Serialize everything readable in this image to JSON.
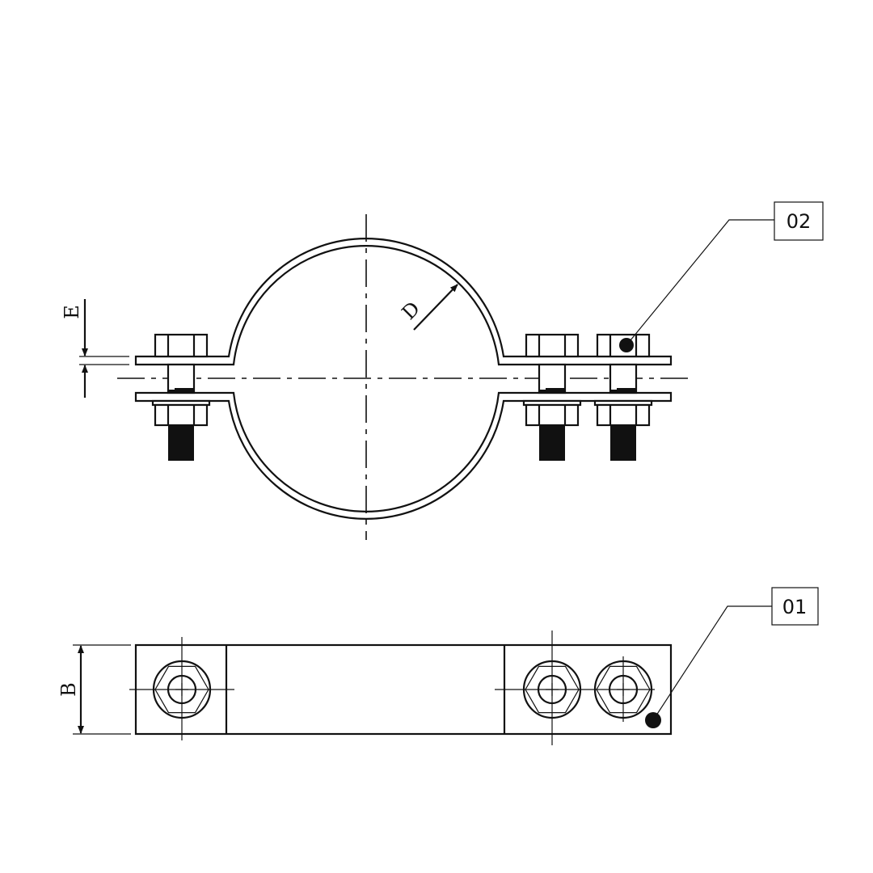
{
  "drawing": {
    "dimensions": {
      "E": "E",
      "D": "D",
      "B": "B"
    },
    "callouts": [
      {
        "label": "02"
      },
      {
        "label": "01"
      }
    ],
    "line_color": "#111111",
    "background": "#ffffff"
  }
}
